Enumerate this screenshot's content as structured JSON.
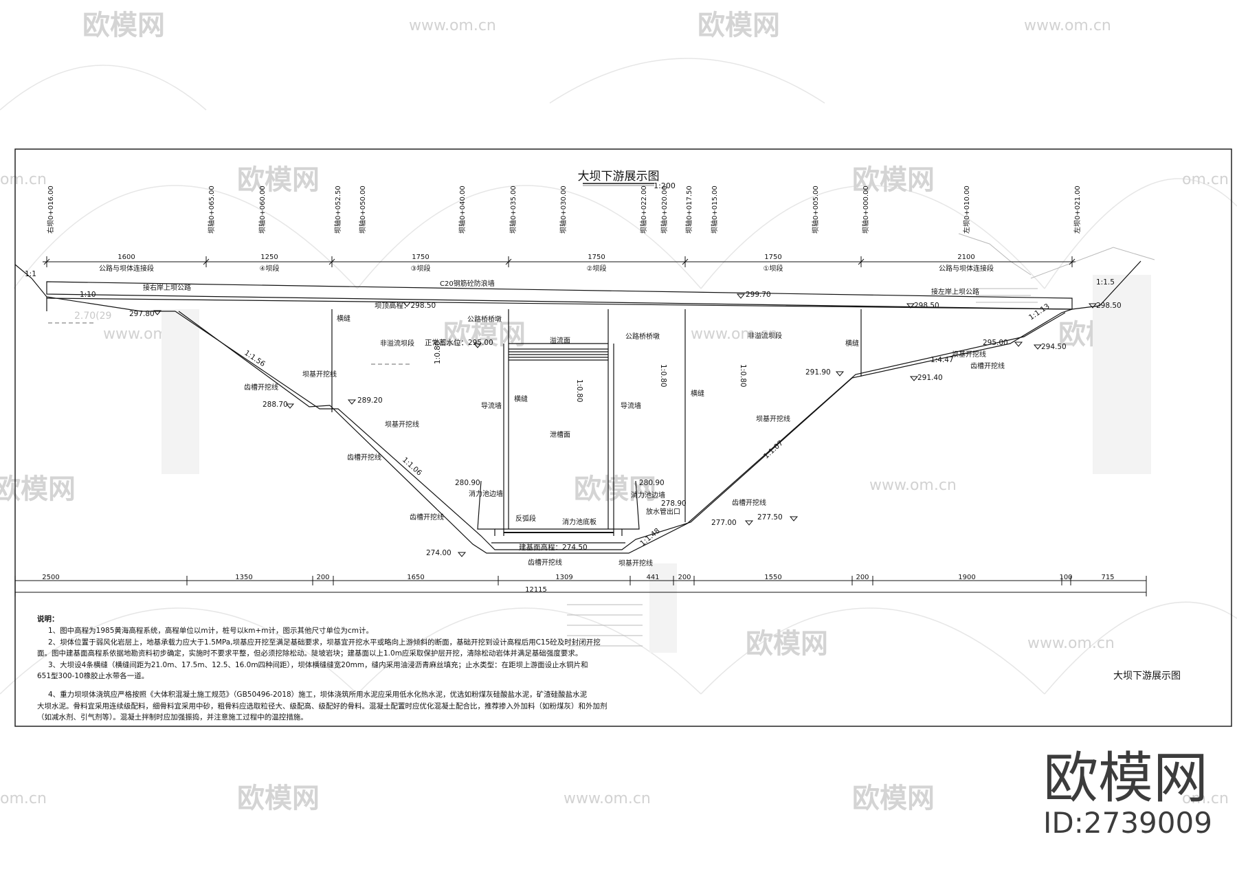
{
  "watermark": {
    "logo_text": "欧模网",
    "url_text": "www.om.cn",
    "url_fragment": "om.cn",
    "big_text": "欧模网",
    "id_text": "ID:2739009"
  },
  "drawing": {
    "title": "大坝下游展示图",
    "scale": "1:200",
    "title_block": "大坝下游展示图",
    "stations": [
      "右坝0+016.00",
      "坝轴0+065.00",
      "坝轴0+060.00",
      "坝轴0+052.50",
      "坝轴0+050.00",
      "坝轴0+040.00",
      "坝轴0+035.00",
      "坝轴0+030.00",
      "坝轴0+022.00",
      "坝轴0+020.00",
      "坝轴0+017.50",
      "坝轴0+015.00",
      "坝轴0+005.00",
      "坝轴0+000.00",
      "左坝0+010.00",
      "左坝0+021.00"
    ],
    "top_dims": [
      "1600",
      "1250",
      "1750",
      "1750",
      "1750",
      "2100"
    ],
    "segments": [
      "公路与坝体连接段",
      "④坝段",
      "③坝段",
      "②坝段",
      "①坝段",
      "公路与坝体连接段"
    ],
    "bottom_dims": [
      "2500",
      "1350",
      "200",
      "1650",
      "1309",
      "441",
      "200",
      "1550",
      "200",
      "1900",
      "100",
      "715"
    ],
    "total_dim": "12115",
    "elevations": {
      "crest_left": "坝顶高程：298.50",
      "crest_right": "298.50",
      "crest_mid": "299.70",
      "bank_right": "298.50",
      "left_297": "297.80",
      "left_288": "288.70",
      "e289": "289.20",
      "e295": "正常蓄水位：295.00",
      "e280l": "280.90",
      "e280r": "280.90",
      "e278": "278.90",
      "e274": "274.00",
      "e274_50": "建基面高程：274.50",
      "e277": "277.00",
      "e277_50": "277.50",
      "e291_9": "291.90",
      "e291_4": "291.40",
      "e295r": "295.00",
      "e294_5": "294.50",
      "faint": "2.70(29"
    },
    "labels": {
      "c20": "C20钢筋砼防浪墙",
      "road_right": "接右岸上坝公路",
      "road_left": "接左岸上坝公路",
      "bridge": "公路桥桥墩",
      "bridge2": "公路桥桥墩",
      "joint1": "横缝",
      "joint2": "横缝",
      "joint3": "横缝",
      "joint4": "横缝",
      "nonoverflow1": "非溢流坝段",
      "nonoverflow2": "非溢流坝段",
      "overflow_face": "溢流面",
      "chute": "泄槽面",
      "guide1": "导流墙",
      "guide2": "导流墙",
      "excav1": "坝基开挖线",
      "excav2": "坝基开挖线",
      "excav3": "坝基开挖线",
      "excav4": "坝基开挖线",
      "excav5": "坝基开挖线",
      "trench1": "齿槽开挖线",
      "trench2": "齿槽开挖线",
      "trench3": "齿槽开挖线",
      "trench4": "齿槽开挖线",
      "trench5": "齿槽开挖线",
      "trench6": "齿槽开挖线",
      "stilling_wall": "消力池边墙",
      "stilling_wall2": "消力池边墙",
      "sill": "反弧段",
      "stilling_floor": "消力池底板",
      "drain": "放水管出口"
    },
    "slopes": [
      "1:1",
      "1:10",
      "1:1.56",
      "1:1.06",
      "1:0.80",
      "1:0.80",
      "1:0.80",
      "1:0.80",
      "1:1.48",
      "1:1.07",
      "1:4.47",
      "1:1.13",
      "1:1.5"
    ]
  },
  "notes": {
    "heading": "说明：",
    "lines": [
      "1、图中高程为1985黄海高程系统，高程单位以m计，桩号以km+m计，图示其他尺寸单位为cm计。",
      "2、坝体位置于弱风化岩层上，地基承载力应大于1.5MPa,坝基应开挖至满足基础要求，坝基宜开挖水平或略向上游倾斜的断面，基础开挖到设计高程后用C15砼及时封闭开挖",
      "面。图中建基面高程系依据地勘资料初步确定，实施时不要求平整，但必须挖除松动。陡坡岩块；建基面以上1.0m应采取保护层开挖，清除松动岩体并满足基础强度要求。",
      "3、大坝设4条横缝（横缝间距为21.0m、17.5m、12.5、16.0m四种间距），坝体横缝缝宽20mm，缝内采用油浸沥青麻丝填充；止水类型：在距坝上游面设止水铜片和",
      "651型300-10橡胶止水带各一道。",
      "4、重力坝坝体浇筑应严格按照《大体积混凝土施工规范》（GB50496-2018）施工，坝体浇筑所用水泥应采用低水化热水泥，优选如粉煤灰硅酸盐水泥，矿渣硅酸盐水泥",
      "大坝水泥。骨料宜采用连续级配料，细骨料宜采用中砂，粗骨料应选取粒径大、级配高、级配好的骨料。混凝土配置时应优化混凝土配合比，推荐掺入外加料（如粉煤灰）和外加剂",
      "（如减水剂、引气剂等）。混凝土拌制时应加强振捣，并注意施工过程中的温控措施。"
    ]
  }
}
